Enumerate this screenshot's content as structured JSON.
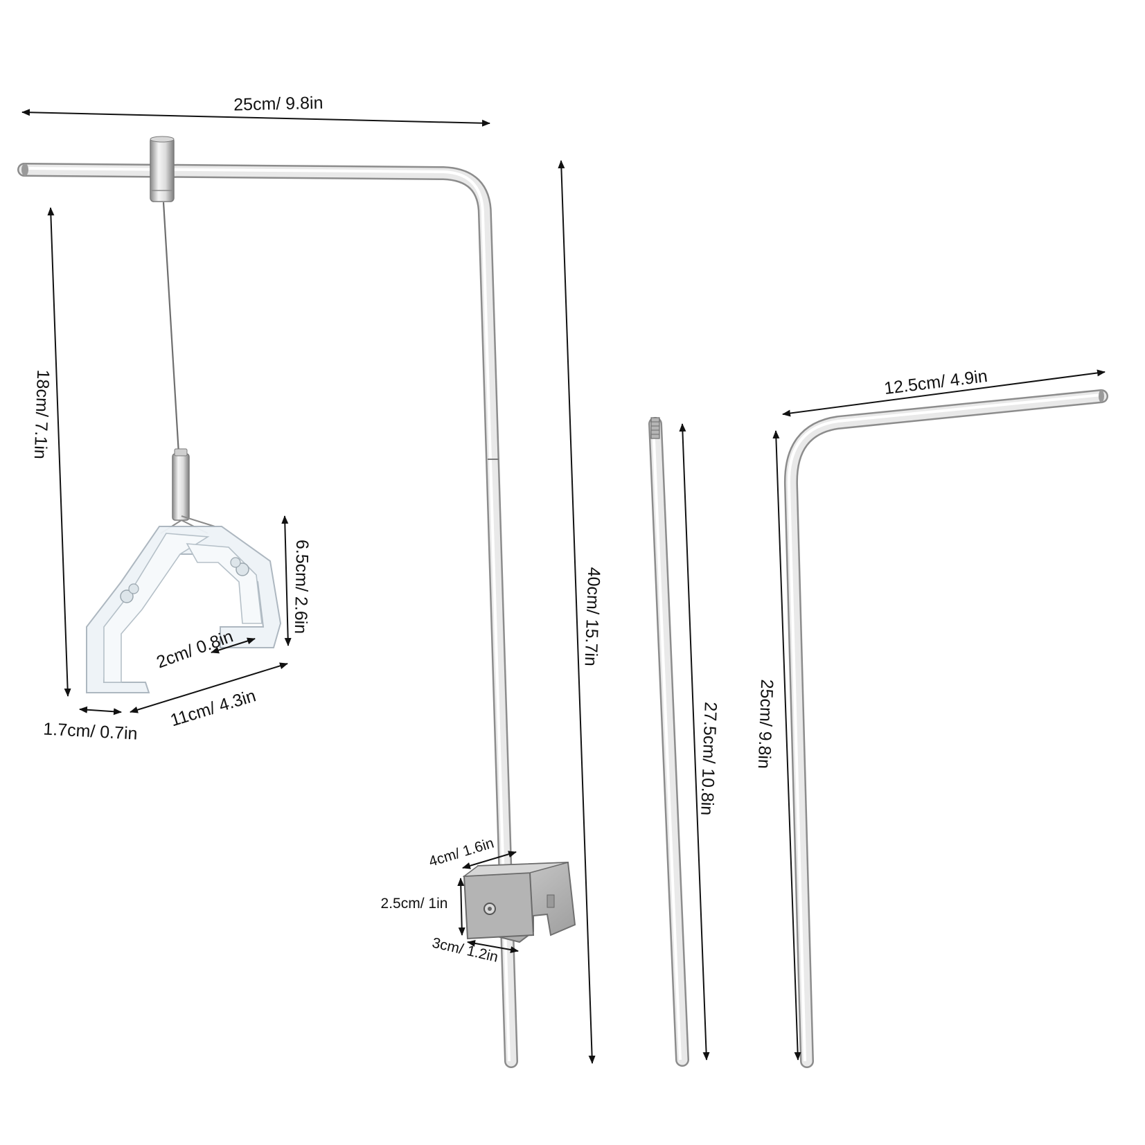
{
  "diagram": {
    "colors": {
      "background": "#ffffff",
      "dimension": "#111111",
      "steel_light": "#f4f4f4",
      "steel_mid": "#c9c9c9",
      "steel_dark": "#8a8a8a",
      "clip_fill": "#eef3f7",
      "clip_edge": "#a9b4bd",
      "clamp_fill": "#b8b8b8"
    },
    "labels": {
      "top_arm_width": "25cm/ 9.8in",
      "hanger_drop": "18cm/ 7.1in",
      "clip_height": "6.5cm/ 2.6in",
      "clip_inner_gap": "2cm/ 0.8in",
      "clip_length": "11cm/ 4.3in",
      "clip_foot": "1.7cm/ 0.7in",
      "main_pole_height": "40cm/ 15.7in",
      "clamp_width": "4cm/ 1.6in",
      "clamp_height": "2.5cm/ 1in",
      "clamp_depth": "3cm/ 1.2in",
      "extension_rod": "27.5cm/ 10.8in",
      "bent_rod_arm": "12.5cm/ 4.9in",
      "bent_rod_height": "25cm/ 9.8in"
    }
  }
}
